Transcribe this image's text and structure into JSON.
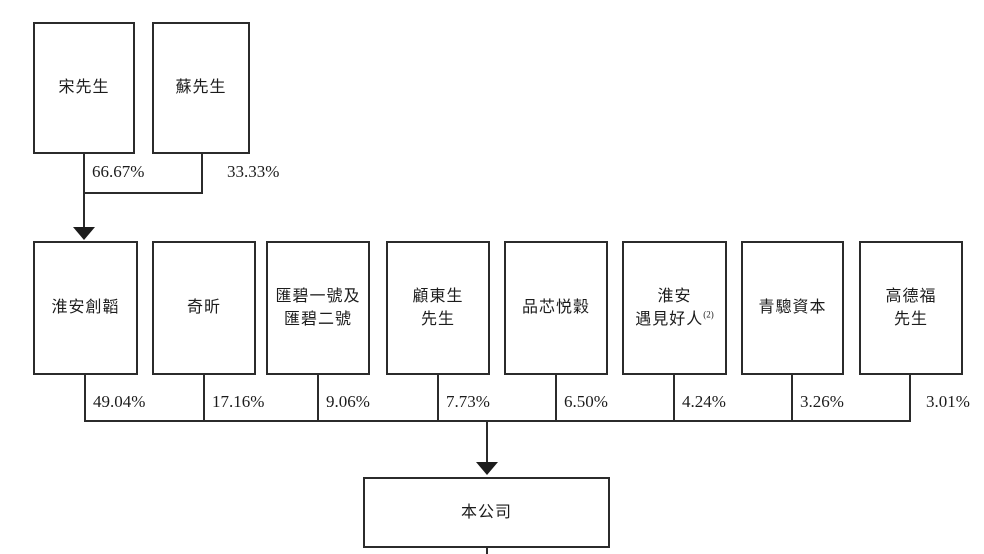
{
  "diagram": {
    "title_semantic": "shareholding-structure-chart",
    "line_color": "#2b2b2b",
    "background": "#ffffff",
    "top_shareholders": [
      {
        "label": "宋先生",
        "percent": "66.67%"
      },
      {
        "label": "蘇先生",
        "percent": "33.33%"
      }
    ],
    "mid_shareholders": [
      {
        "label": "淮安創韜",
        "percent": "49.04%"
      },
      {
        "label": "奇昕",
        "percent": "17.16%"
      },
      {
        "label": "匯碧一號及\n匯碧二號",
        "percent": "9.06%"
      },
      {
        "label": "顧東生\n先生",
        "percent": "7.73%"
      },
      {
        "label": "品芯悦穀",
        "percent": "6.50%"
      },
      {
        "label": "淮安\n遇見好人",
        "note_ref": "(2)",
        "percent": "4.24%"
      },
      {
        "label": "青驄資本",
        "percent": "3.26%"
      },
      {
        "label": "高德福\n先生",
        "percent": "3.01%"
      }
    ],
    "company": {
      "label": "本公司"
    }
  }
}
